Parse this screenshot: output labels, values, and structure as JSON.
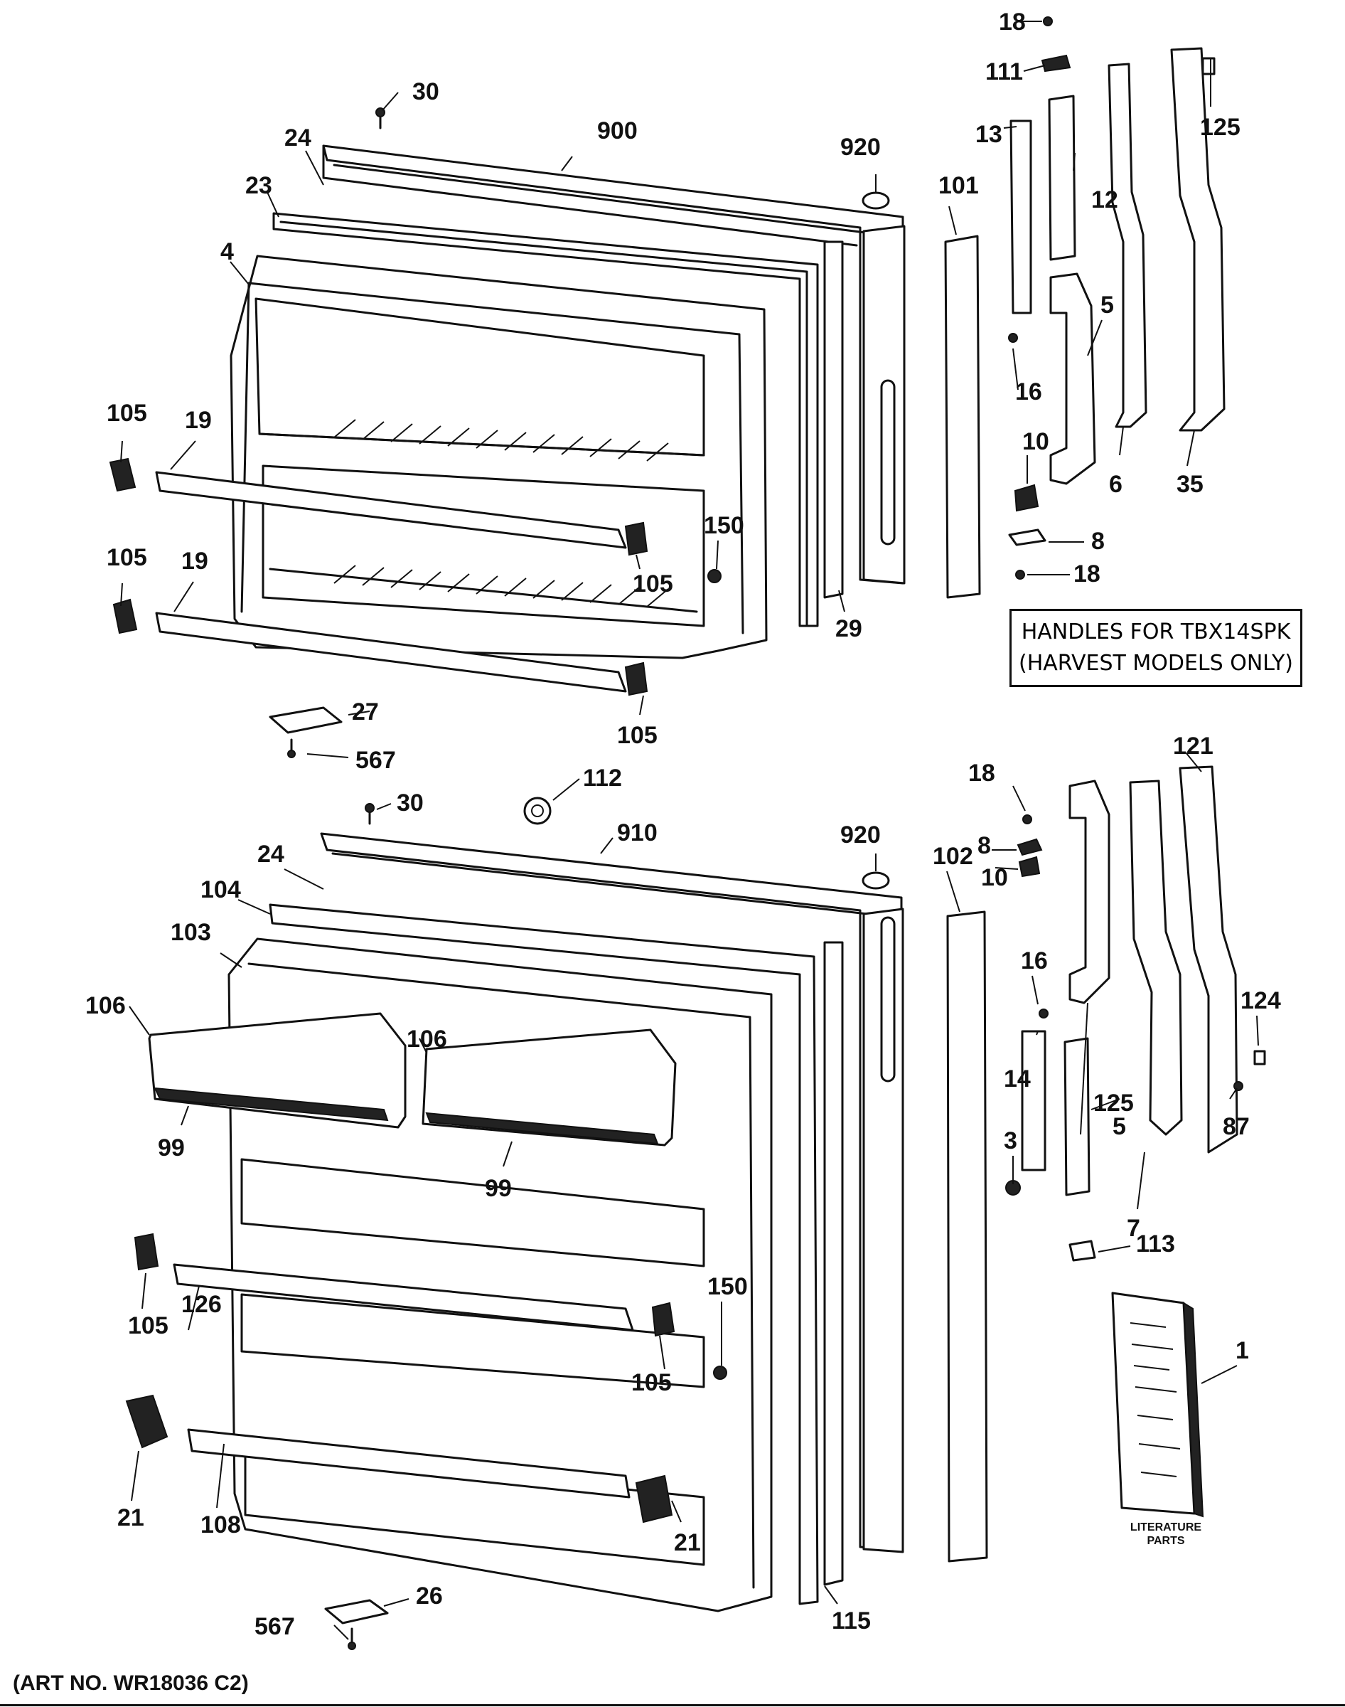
{
  "callouts_upper": [
    "18",
    "111",
    "125",
    "13",
    "12",
    "30",
    "900",
    "920",
    "101",
    "24",
    "23",
    "4",
    "5",
    "16",
    "10",
    "8",
    "18",
    "6",
    "35",
    "105",
    "19",
    "150",
    "105",
    "105",
    "19",
    "29",
    "27",
    "567",
    "105"
  ],
  "callouts_lower": [
    "112",
    "18",
    "121",
    "30",
    "910",
    "920",
    "102",
    "8",
    "10",
    "24",
    "104",
    "103",
    "106",
    "106",
    "16",
    "5",
    "124",
    "87",
    "99",
    "99",
    "14",
    "125",
    "3",
    "7",
    "113",
    "105",
    "126",
    "150",
    "105",
    "21",
    "108",
    "21",
    "115",
    "1",
    "26",
    "567"
  ],
  "handles_note": {
    "line1": "HANDLES FOR TBX14SPK",
    "line2": "(HARVEST MODELS ONLY)"
  },
  "literature_label": {
    "line1": "LITERATURE",
    "line2": "PARTS"
  },
  "art_number": "(ART NO. WR18036 C2)"
}
